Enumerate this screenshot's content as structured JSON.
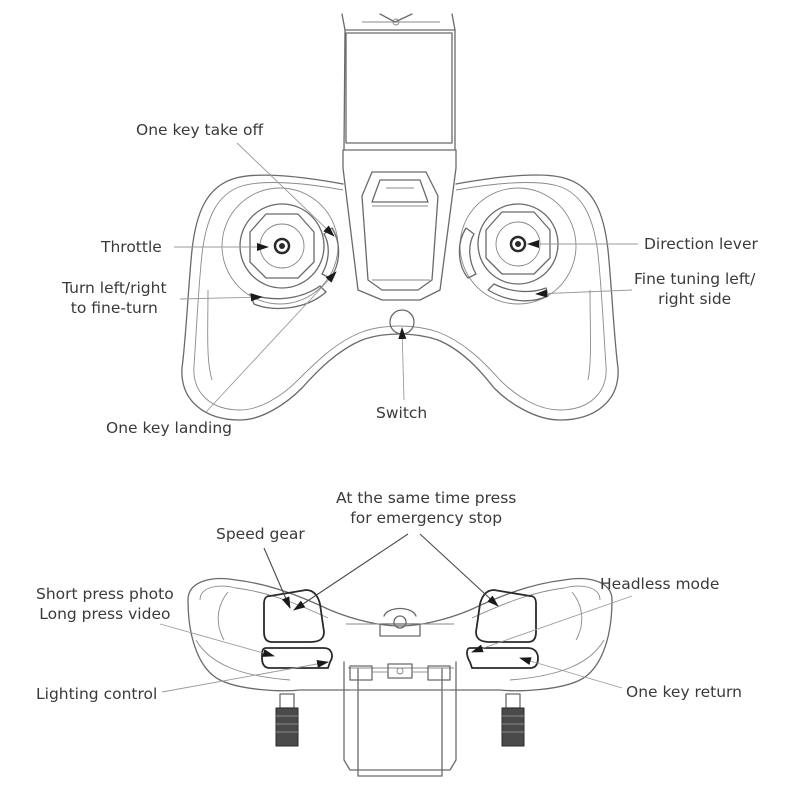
{
  "top_view": {
    "labels": {
      "one_key_take_off": "One key take off",
      "throttle": "Throttle",
      "turn_fine_turn_line1": "Turn left/right",
      "turn_fine_turn_line2": "to fine-turn",
      "one_key_landing": "One key landing",
      "switch": "Switch",
      "direction_lever": "Direction lever",
      "fine_tuning_line1": "Fine tuning left/",
      "fine_tuning_line2": "right side"
    }
  },
  "front_view": {
    "labels": {
      "emergency_line1": "At the same time press",
      "emergency_line2": "for emergency stop",
      "speed_gear": "Speed gear",
      "photo_line1": "Short press photo",
      "photo_line2": "Long press video",
      "headless_mode": "Headless mode",
      "lighting_control": "Lighting control",
      "one_key_return": "One key return"
    }
  },
  "colors": {
    "outline": "#6a6a6a",
    "text": "#3a3a3a",
    "arrow": "#1a1a1a"
  }
}
